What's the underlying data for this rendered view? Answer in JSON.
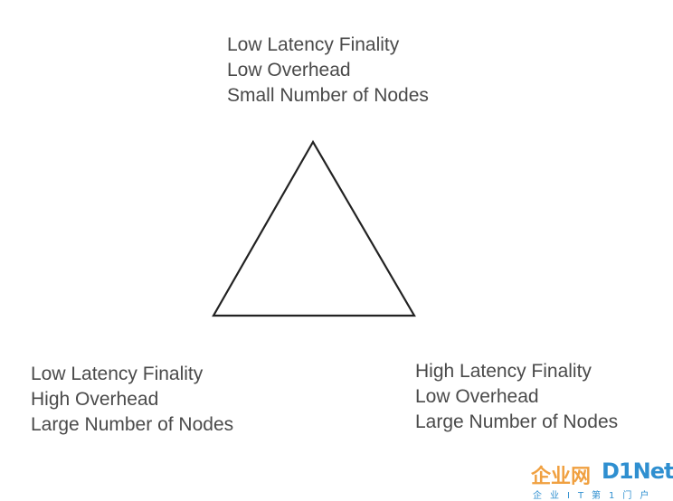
{
  "top": {
    "lines": [
      "Low Latency Finality",
      "Low Overhead",
      "Small Number of Nodes"
    ]
  },
  "left": {
    "lines": [
      "Low Latency Finality",
      "High Overhead",
      "Large Number of Nodes"
    ]
  },
  "right": {
    "lines": [
      "High Latency Finality",
      "Low Overhead",
      "Large Number of Nodes"
    ]
  },
  "watermark": {
    "cn": "企业网",
    "en": "D1Net",
    "sub": "企业IT第1门户"
  },
  "colors": {
    "text": "#4a4a4a",
    "stroke": "#222222",
    "watermark_orange": "#f0a040",
    "watermark_blue": "#2f8fd0"
  }
}
